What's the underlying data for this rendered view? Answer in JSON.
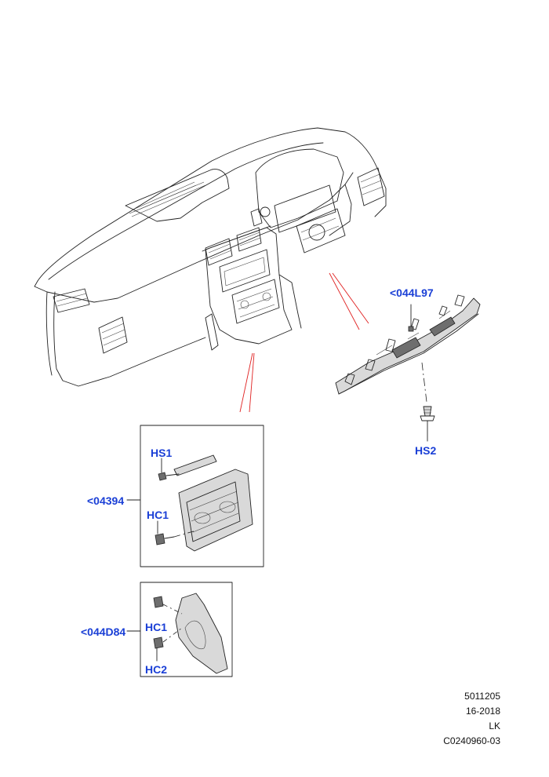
{
  "callouts": {
    "c044L97": "<044L97",
    "hs2": "HS2",
    "hs1": "HS1",
    "c04394": "<04394",
    "hc1_top": "HC1",
    "c044D84": "<044D84",
    "hc1_bottom": "HC1",
    "hc2": "HC2"
  },
  "stamp": {
    "line1": "5011205",
    "line2": "16-2018",
    "line3": "LK",
    "line4": "C0240960-03"
  },
  "colors": {
    "callout": "#1a3fd6",
    "leader_red": "#e02020",
    "line": "#222222"
  }
}
